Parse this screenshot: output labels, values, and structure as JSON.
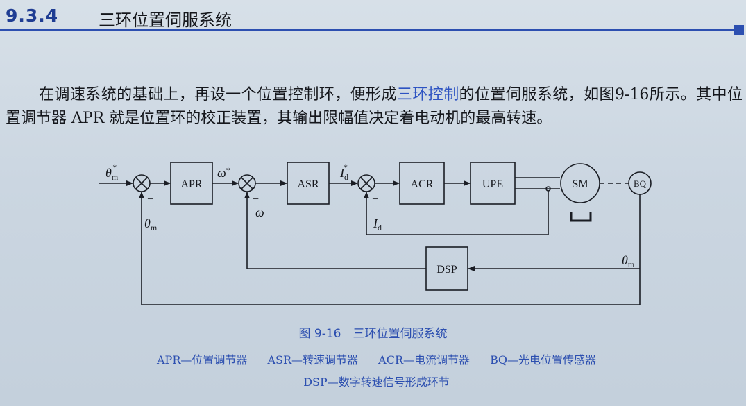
{
  "section": {
    "number": "9.3.4",
    "title": "三环位置伺服系统"
  },
  "paragraph": {
    "part1": "在调速系统的基础上，再设一个位置控制环，便形成",
    "highlight": "三环控制",
    "part2": "的位置伺服系统，如图9-16所示。其中位置调节器 APR 就是位置环的校正装置，其输出限幅值决定着电动机的最高转速。"
  },
  "diagram": {
    "blocks": {
      "apr": "APR",
      "asr": "ASR",
      "acr": "ACR",
      "upe": "UPE",
      "sm": "SM",
      "bq": "BQ",
      "dsp": "DSP"
    },
    "signals": {
      "theta_ref": "θ",
      "theta_ref_sub": "m",
      "theta_ref_sup": "*",
      "omega_ref": "ω",
      "omega_ref_sup": "*",
      "id_ref": "I",
      "id_ref_sub": "d",
      "id_ref_sup": "*",
      "theta_fb": "θ",
      "theta_fb_sub": "m",
      "omega_fb": "ω",
      "id_fb": "I",
      "id_fb_sub": "d",
      "theta_dsp": "θ",
      "theta_dsp_sub": "m",
      "minus": "−"
    }
  },
  "figure": {
    "caption": "图 9-16　三环位置伺服系统",
    "legend_line1": [
      "APR—位置调节器",
      "ASR—转速调节器",
      "ACR—电流调节器",
      "BQ—光电位置传感器"
    ],
    "legend_line2": [
      "DSP—数字转速信号形成环节"
    ]
  }
}
